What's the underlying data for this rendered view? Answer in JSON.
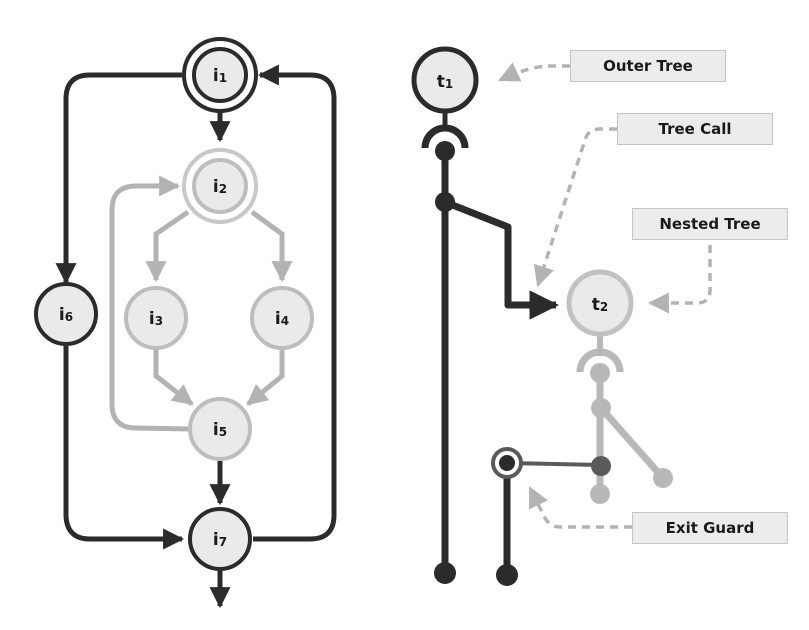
{
  "colors": {
    "dark": "#2b2b2b",
    "light": "#b8b8b8",
    "node_fill": "#eaeaea",
    "guard": "#5a5a5a",
    "callout_fill": "#ececec",
    "callout_border": "#c4c4c4"
  },
  "left_graph": {
    "nodes": [
      {
        "id": "i1",
        "base": "i",
        "sub": "1",
        "style": "dark-double"
      },
      {
        "id": "i2",
        "base": "i",
        "sub": "2",
        "style": "light-double"
      },
      {
        "id": "i3",
        "base": "i",
        "sub": "3",
        "style": "light"
      },
      {
        "id": "i4",
        "base": "i",
        "sub": "4",
        "style": "light"
      },
      {
        "id": "i5",
        "base": "i",
        "sub": "5",
        "style": "light"
      },
      {
        "id": "i6",
        "base": "i",
        "sub": "6",
        "style": "dark"
      },
      {
        "id": "i7",
        "base": "i",
        "sub": "7",
        "style": "dark"
      }
    ],
    "edges": [
      {
        "from": "i1",
        "to": "i2",
        "style": "dark"
      },
      {
        "from": "i1",
        "to": "i6",
        "style": "dark"
      },
      {
        "from": "i2",
        "to": "i3",
        "style": "light"
      },
      {
        "from": "i2",
        "to": "i4",
        "style": "light"
      },
      {
        "from": "i3",
        "to": "i5",
        "style": "light"
      },
      {
        "from": "i4",
        "to": "i5",
        "style": "light"
      },
      {
        "from": "i5",
        "to": "i2",
        "style": "light"
      },
      {
        "from": "i5",
        "to": "i7",
        "style": "dark"
      },
      {
        "from": "i6",
        "to": "i7",
        "style": "dark"
      },
      {
        "from": "i7",
        "to": "i1",
        "style": "dark"
      },
      {
        "from": "i7",
        "to": "exit",
        "style": "dark"
      }
    ]
  },
  "right_graph": {
    "trees": [
      {
        "id": "t1",
        "base": "t",
        "sub": "1",
        "style": "dark"
      },
      {
        "id": "t2",
        "base": "t",
        "sub": "2",
        "style": "light"
      }
    ]
  },
  "callouts": [
    {
      "id": "outer-tree",
      "label": "Outer Tree"
    },
    {
      "id": "tree-call",
      "label": "Tree Call"
    },
    {
      "id": "nested-tree",
      "label": "Nested Tree"
    },
    {
      "id": "exit-guard",
      "label": "Exit Guard"
    }
  ]
}
